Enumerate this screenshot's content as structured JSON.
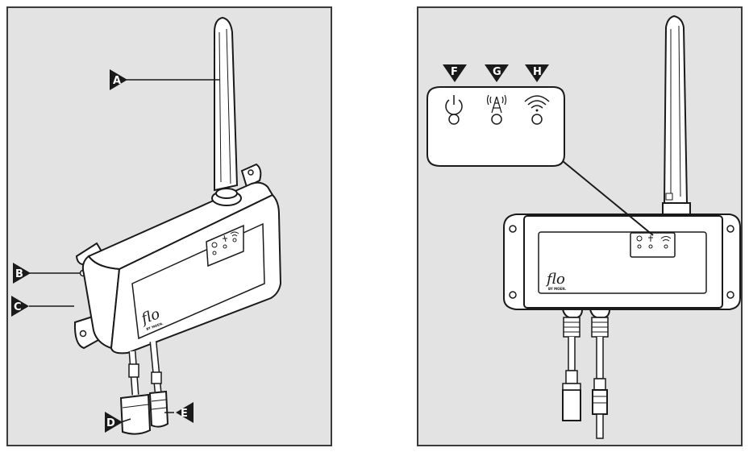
{
  "callouts": {
    "a": "A",
    "b": "B",
    "c": "C",
    "d": "D",
    "e": "E",
    "f": "F",
    "g": "G",
    "h": "H"
  },
  "brand": {
    "logo": "flo",
    "sub": "BY MOEN."
  },
  "colors": {
    "panel_bg": "#e3e3e3",
    "panel_border": "#3a3a3a",
    "device_fill": "#ffffff",
    "line": "#1a1a1a",
    "callout": "#1a1a1a"
  },
  "indicators": [
    "power-icon",
    "cellular-tower-icon",
    "wifi-icon"
  ]
}
